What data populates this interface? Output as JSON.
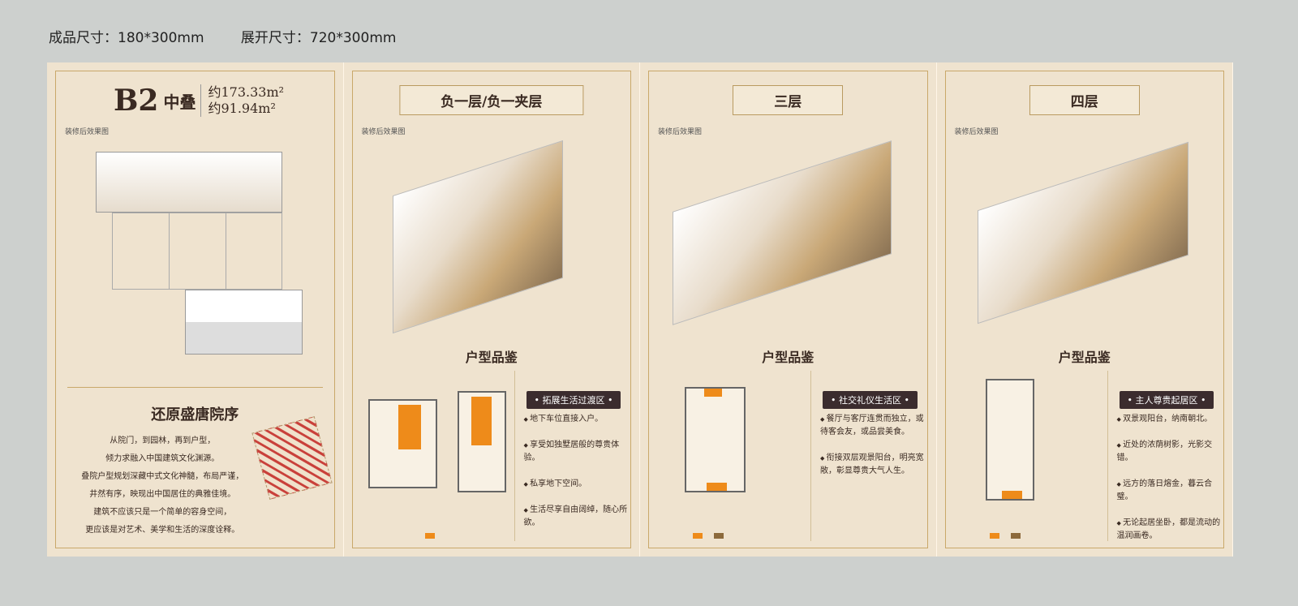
{
  "header": {
    "finished_size": "成品尺寸：180*300mm",
    "unfolded_size": "展开尺寸：720*300mm"
  },
  "panel1": {
    "model": "B2",
    "type": "中叠",
    "area1": "约173.33m²",
    "area2": "约91.94m²",
    "caption": "装修后效果图",
    "intro_title": "还原盛唐院序",
    "intro_lines": [
      "从院门，到园林，再到户型，",
      "倾力求融入中国建筑文化渊源。",
      "叠院户型规划深藏中式文化神髓，布局严谨，",
      "井然有序，映现出中国居住的典雅佳境。",
      "建筑不应该只是一个简单的容身空间，",
      "更应该是对艺术、美学和生活的深度诠释。"
    ]
  },
  "panel2": {
    "title": "负一层/负一夹层",
    "caption": "装修后效果图",
    "sub": "户型品鉴",
    "tag": "• 拓展生活过渡区 •",
    "items": [
      "地下车位直接入户。",
      "享受如独墅居般的尊贵体验。",
      "私享地下空间。",
      "生活尽享自由阔绰，随心所欲。"
    ]
  },
  "panel3": {
    "title": "三层",
    "caption": "装修后效果图",
    "sub": "户型品鉴",
    "tag": "• 社交礼仪生活区 •",
    "items": [
      "餐厅与客厅连贯而独立，或待客会友，或品尝美食。",
      "衔接双层观景阳台，明亮宽敞，彰显尊贵大气人生。"
    ]
  },
  "panel4": {
    "title": "四层",
    "caption": "装修后效果图",
    "sub": "户型品鉴",
    "tag": "• 主人尊贵起居区 •",
    "items": [
      "双景观阳台，纳南朝北。",
      "近处的浓荫树影，光影交错。",
      "远方的落日熔金，暮云合璧。",
      "无论起居坐卧，都是流动的温润画卷。"
    ]
  }
}
